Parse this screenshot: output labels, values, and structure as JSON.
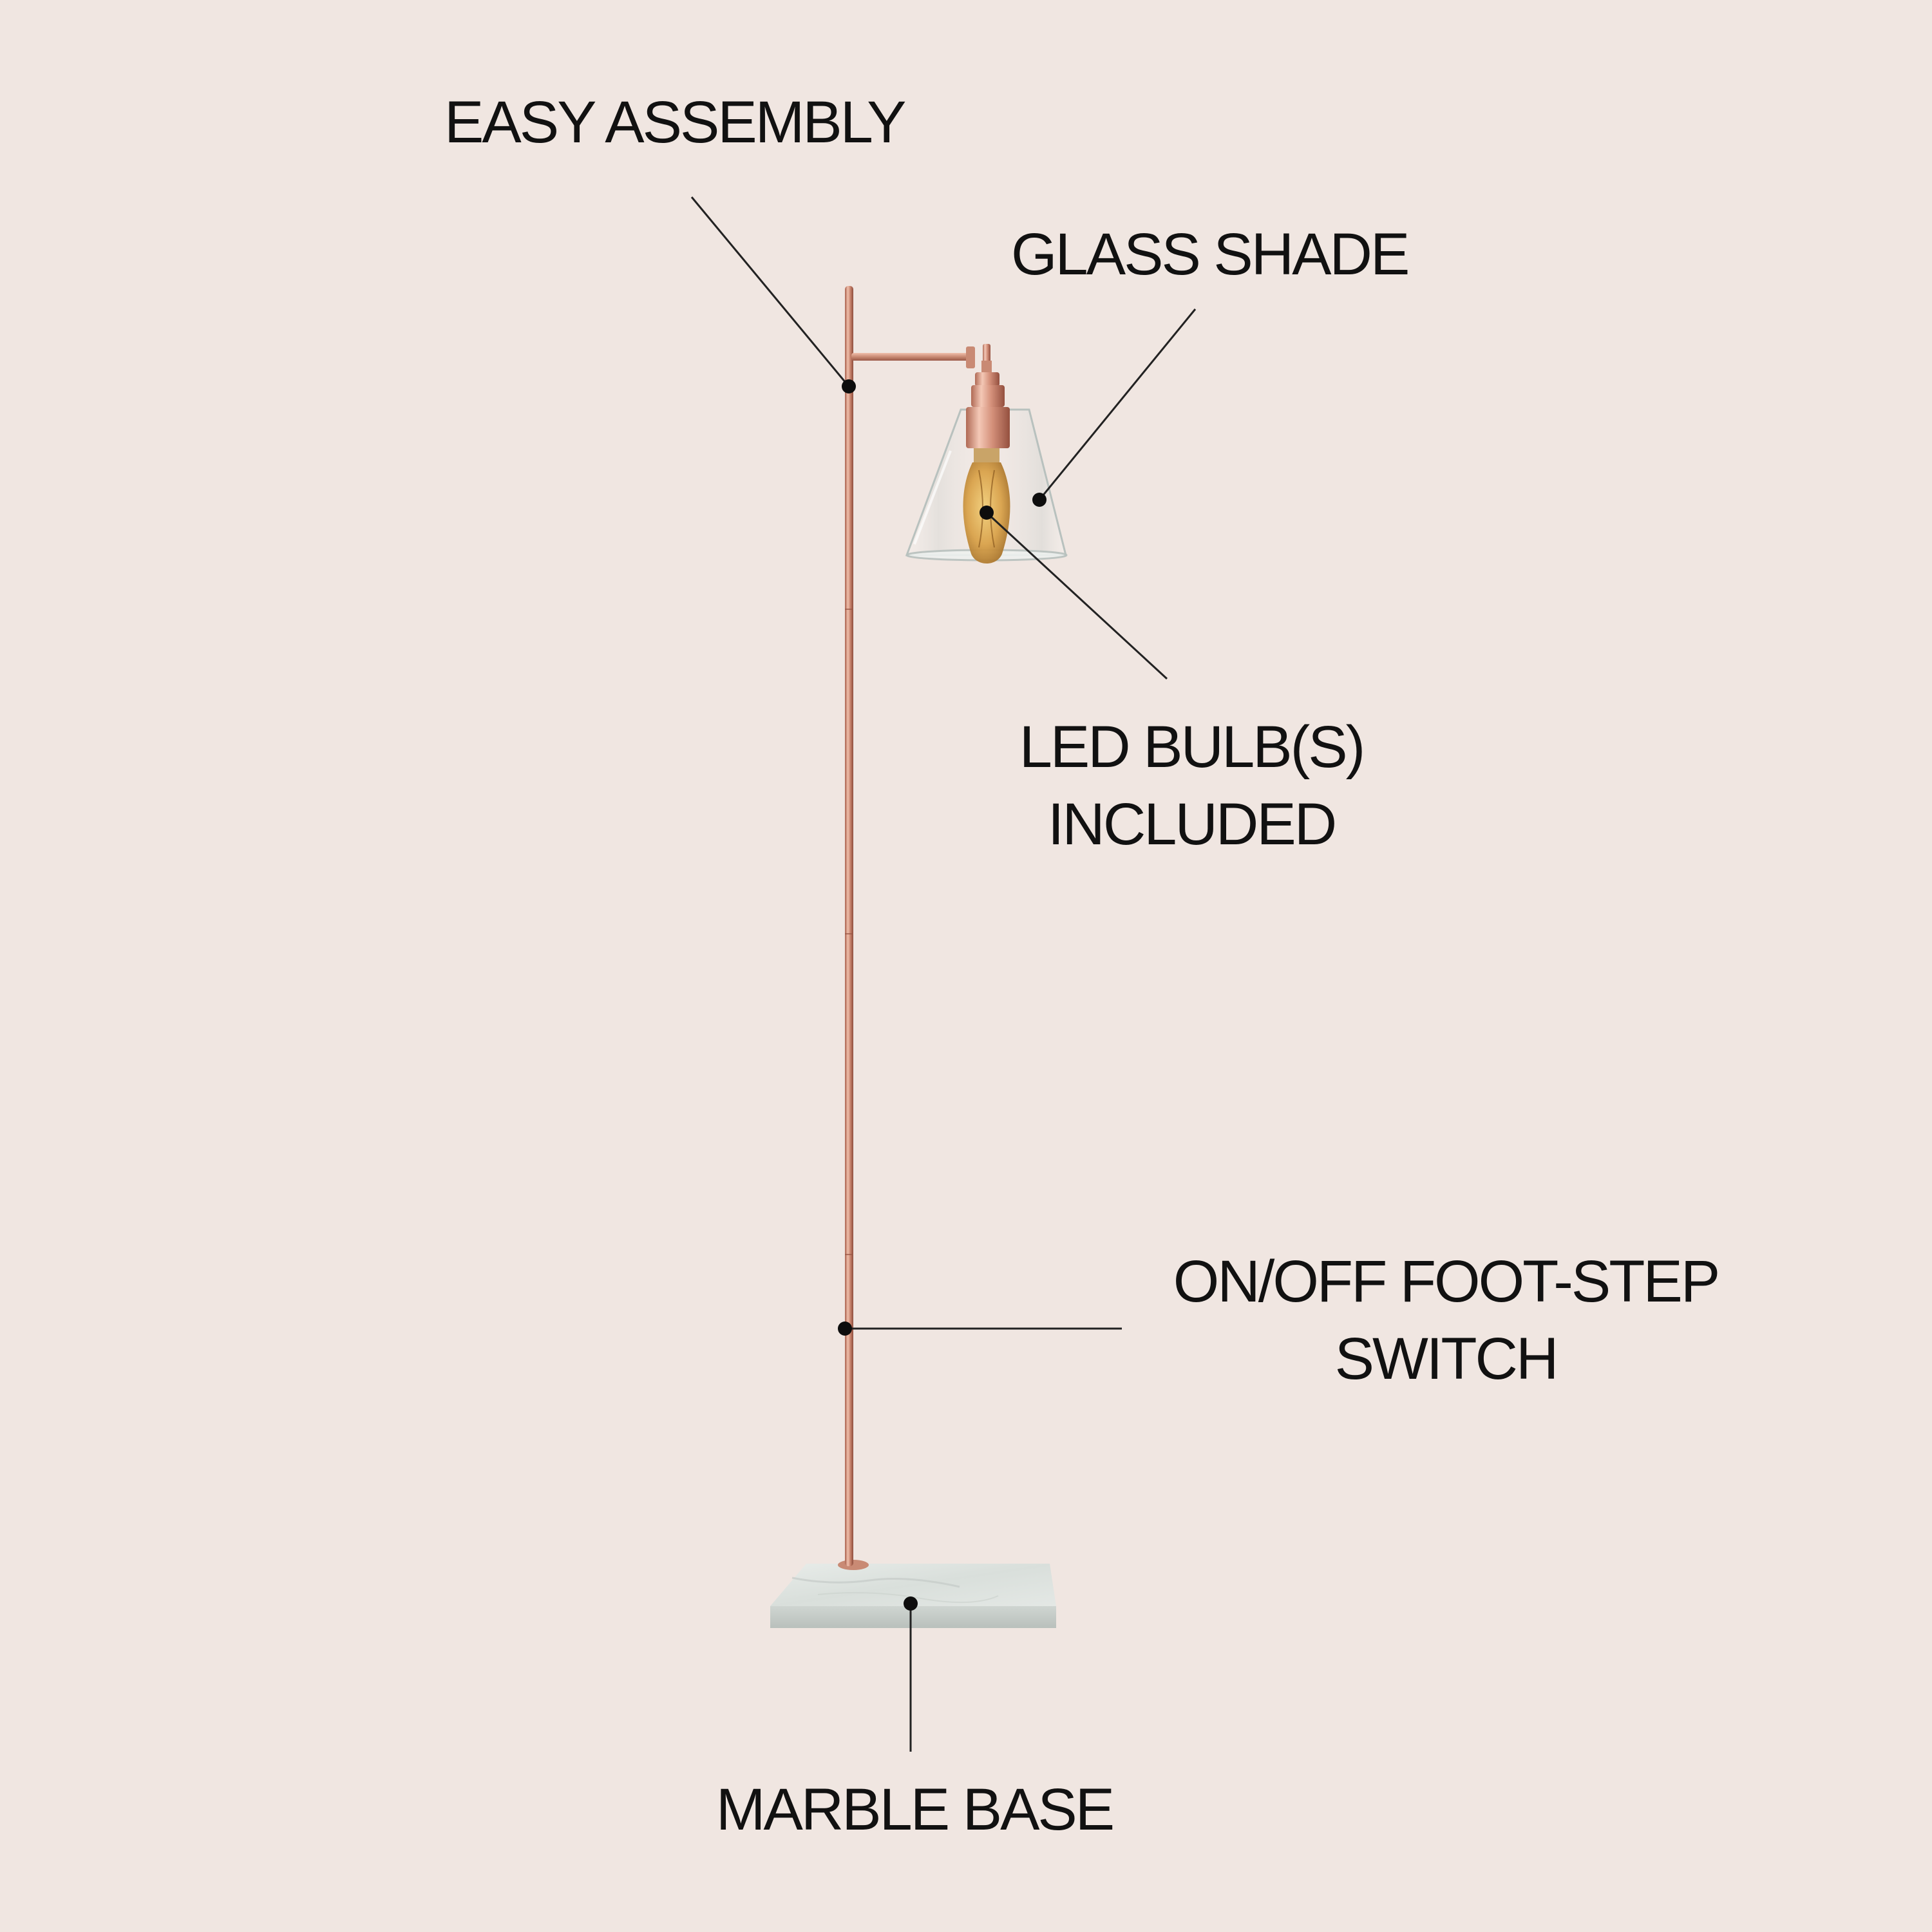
{
  "colors": {
    "background": "#f0e6e1",
    "text": "#111111",
    "copper": "#c98a74",
    "marble": "#dfe3e0"
  },
  "features": {
    "easy_assembly": "EASY ASSEMBLY",
    "glass_shade": "GLASS SHADE",
    "led_bulb": [
      "LED BULB(S)",
      "INCLUDED"
    ],
    "foot_switch": [
      "ON/OFF FOOT-STEP",
      "SWITCH"
    ],
    "marble_base": "MARBLE BASE"
  }
}
